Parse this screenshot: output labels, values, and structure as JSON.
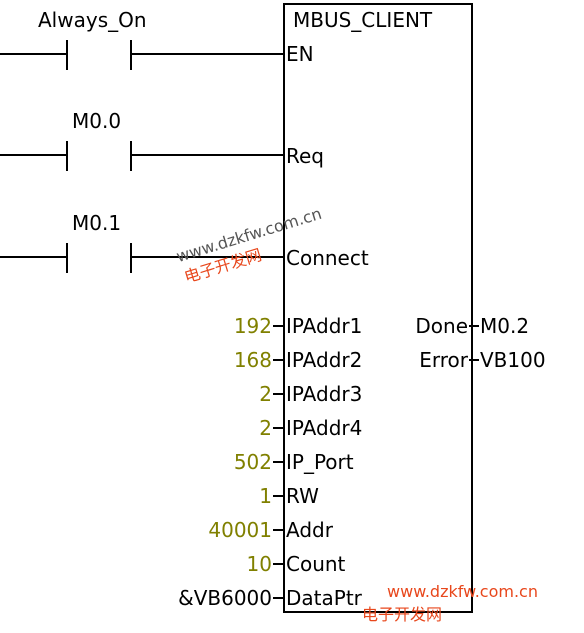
{
  "block": {
    "title": "MBUS_CLIENT",
    "inputs": {
      "en": "EN",
      "req": "Req",
      "connect": "Connect"
    },
    "params": [
      {
        "value": "192",
        "pin": "IPAddr1"
      },
      {
        "value": "168",
        "pin": "IPAddr2"
      },
      {
        "value": "2",
        "pin": "IPAddr3"
      },
      {
        "value": "2",
        "pin": "IPAddr4"
      },
      {
        "value": "502",
        "pin": "IP_Port"
      },
      {
        "value": "1",
        "pin": "RW"
      },
      {
        "value": "40001",
        "pin": "Addr"
      },
      {
        "value": "10",
        "pin": "Count"
      },
      {
        "value": "&VB6000",
        "pin": "DataPtr"
      }
    ],
    "outputs": [
      {
        "pin": "Done",
        "value": "M0.2"
      },
      {
        "pin": "Error",
        "value": "VB100"
      }
    ]
  },
  "contacts": [
    {
      "label": "Always_On"
    },
    {
      "label": "M0.0"
    },
    {
      "label": "M0.1"
    }
  ],
  "watermarks": {
    "center_url": "www.dzkfw.com.cn",
    "center_cn": "电子开发网",
    "corner_url": "www.dzkfw.com.cn",
    "corner_cn": "电子开发网"
  },
  "colors": {
    "param_value": "#808000",
    "watermark_red": "#e8471c"
  }
}
